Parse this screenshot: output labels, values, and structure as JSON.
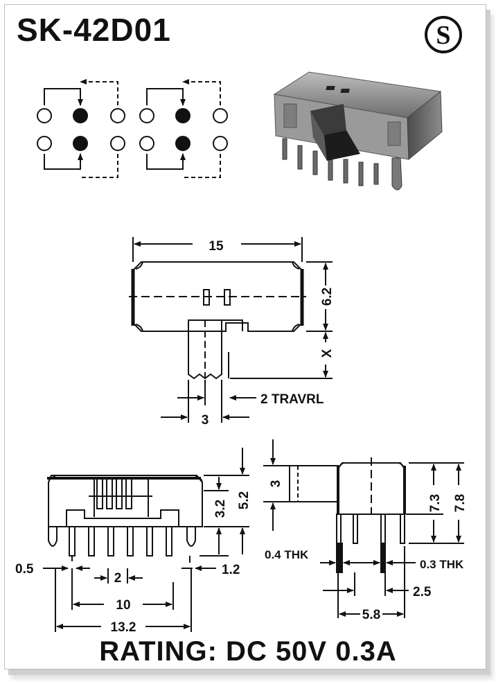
{
  "part_number": "SK-42D01",
  "logo_letter": "S",
  "rating": "RATING: DC 50V 0.3A",
  "top_view": {
    "width_label": "15",
    "height_label": "6.2",
    "actuator_label": "X",
    "travel_label": "2 TRAVRL",
    "actuator_width_label": "3"
  },
  "front_view": {
    "pin_width_label": "0.5",
    "pitch_label": "2",
    "span_label": "10",
    "overall_label": "13.2",
    "body_height_label": "3.2",
    "total_height_label": "5.2",
    "pin_length_label": "1.2"
  },
  "side_view": {
    "actuator_height_label": "3",
    "body_height_label": "7.3",
    "total_height_label": "7.8",
    "left_thk_label": "0.4 THK",
    "right_thk_label": "0.3 THK",
    "pin_row_label": "2.5",
    "pin_span_label": "5.8"
  },
  "colors": {
    "ink": "#111111",
    "body_gray": "#8a8a8a",
    "dark_gray": "#4a4a4a"
  }
}
